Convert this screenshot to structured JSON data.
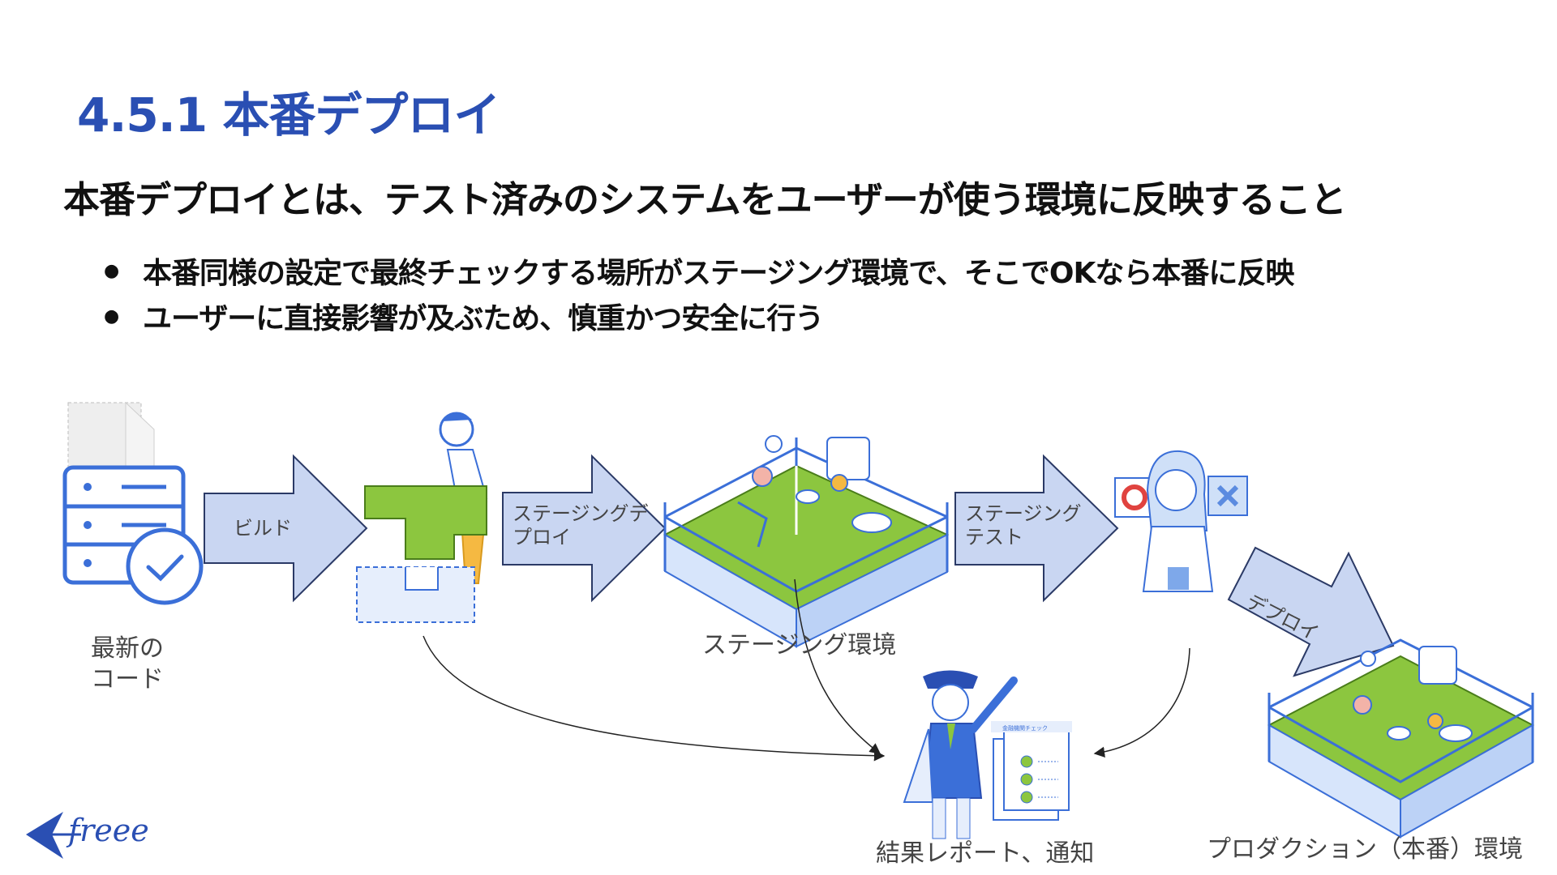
{
  "title": "4.5.1 本番デプロイ",
  "headline": "本番デプロイとは、テスト済みのシステムをユーザーが使う環境に反映すること",
  "bullets": [
    "本番同様の設定で最終チェックする場所がステージング環境で、そこでOKなら本番に反映",
    "ユーザーに直接影響が及ぶため、慎重かつ安全に行う"
  ],
  "diagram": {
    "latest_code": [
      "最新の",
      "コード"
    ],
    "build": "ビルド",
    "staging_deploy": [
      "ステージングデ",
      "プロイ"
    ],
    "staging_env": "ステージング環境",
    "staging_test": [
      "ステージング",
      "テスト"
    ],
    "deploy": "デプロイ",
    "report": "結果レポート、通知",
    "report_doc_title": "金融機関チェック",
    "production_env": "プロダクション（本番）環境"
  },
  "logo": "freee",
  "colors": {
    "title": "#2a4fb3",
    "arrow_fill": "#c9d6f2",
    "arrow_stroke": "#2b3a66",
    "grass": "#8cc63f",
    "icon_blue": "#3b6fd8"
  }
}
